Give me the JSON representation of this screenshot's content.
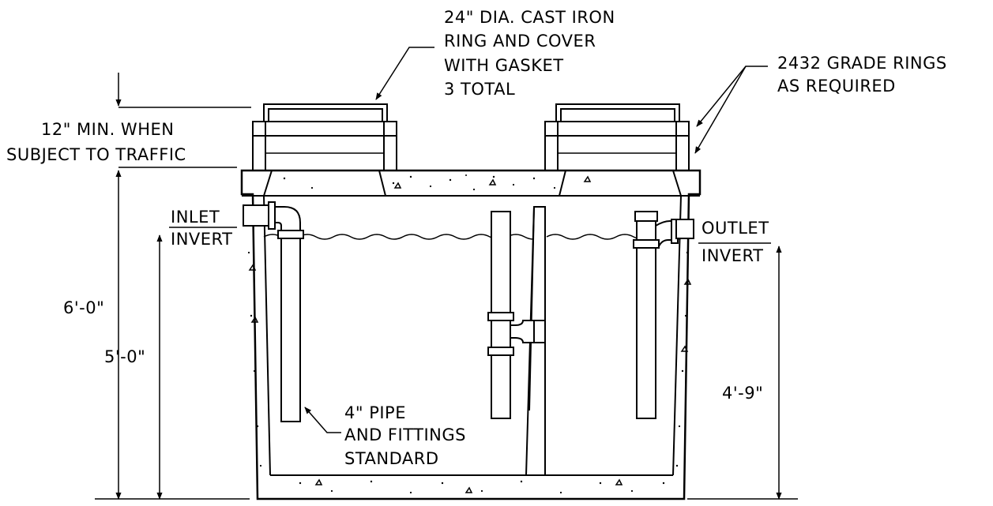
{
  "labels": {
    "cover_line1": "24\" DIA. CAST IRON",
    "cover_line2": "RING AND COVER",
    "cover_line3": "WITH GASKET",
    "cover_line4": "3 TOTAL",
    "rings_line1": "2432 GRADE RINGS",
    "rings_line2": "AS REQUIRED",
    "traffic_line1": "12\" MIN. WHEN",
    "traffic_line2": "SUBJECT TO TRAFFIC",
    "inlet_line1": "INLET",
    "inlet_line2": "INVERT",
    "outlet_line1": "OUTLET",
    "outlet_line2": "INVERT",
    "pipe_line1": "4\" PIPE",
    "pipe_line2": "AND FITTINGS",
    "pipe_line3": "STANDARD"
  },
  "dimensions": {
    "total_height": "6'-0\"",
    "inlet_height": "5'-0\"",
    "outlet_height": "4'-9\""
  }
}
